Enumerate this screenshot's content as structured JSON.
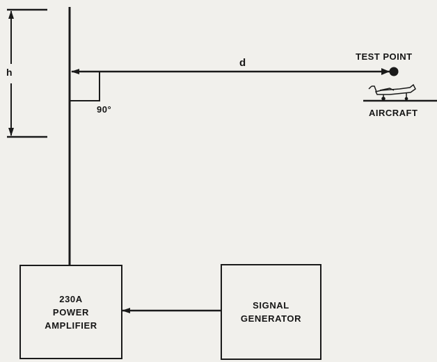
{
  "diagram": {
    "labels": {
      "height": "h",
      "distance": "d",
      "angle": "90°",
      "test_point": "TEST POINT",
      "aircraft": "AIRCRAFT"
    },
    "blocks": {
      "amplifier": {
        "lines": [
          "230A",
          "POWER",
          "AMPLIFIER"
        ]
      },
      "generator": {
        "lines": [
          "SIGNAL",
          "GENERATOR"
        ]
      }
    },
    "colors": {
      "ink": "#1a1a1a",
      "paper": "#f1f0ec"
    }
  }
}
